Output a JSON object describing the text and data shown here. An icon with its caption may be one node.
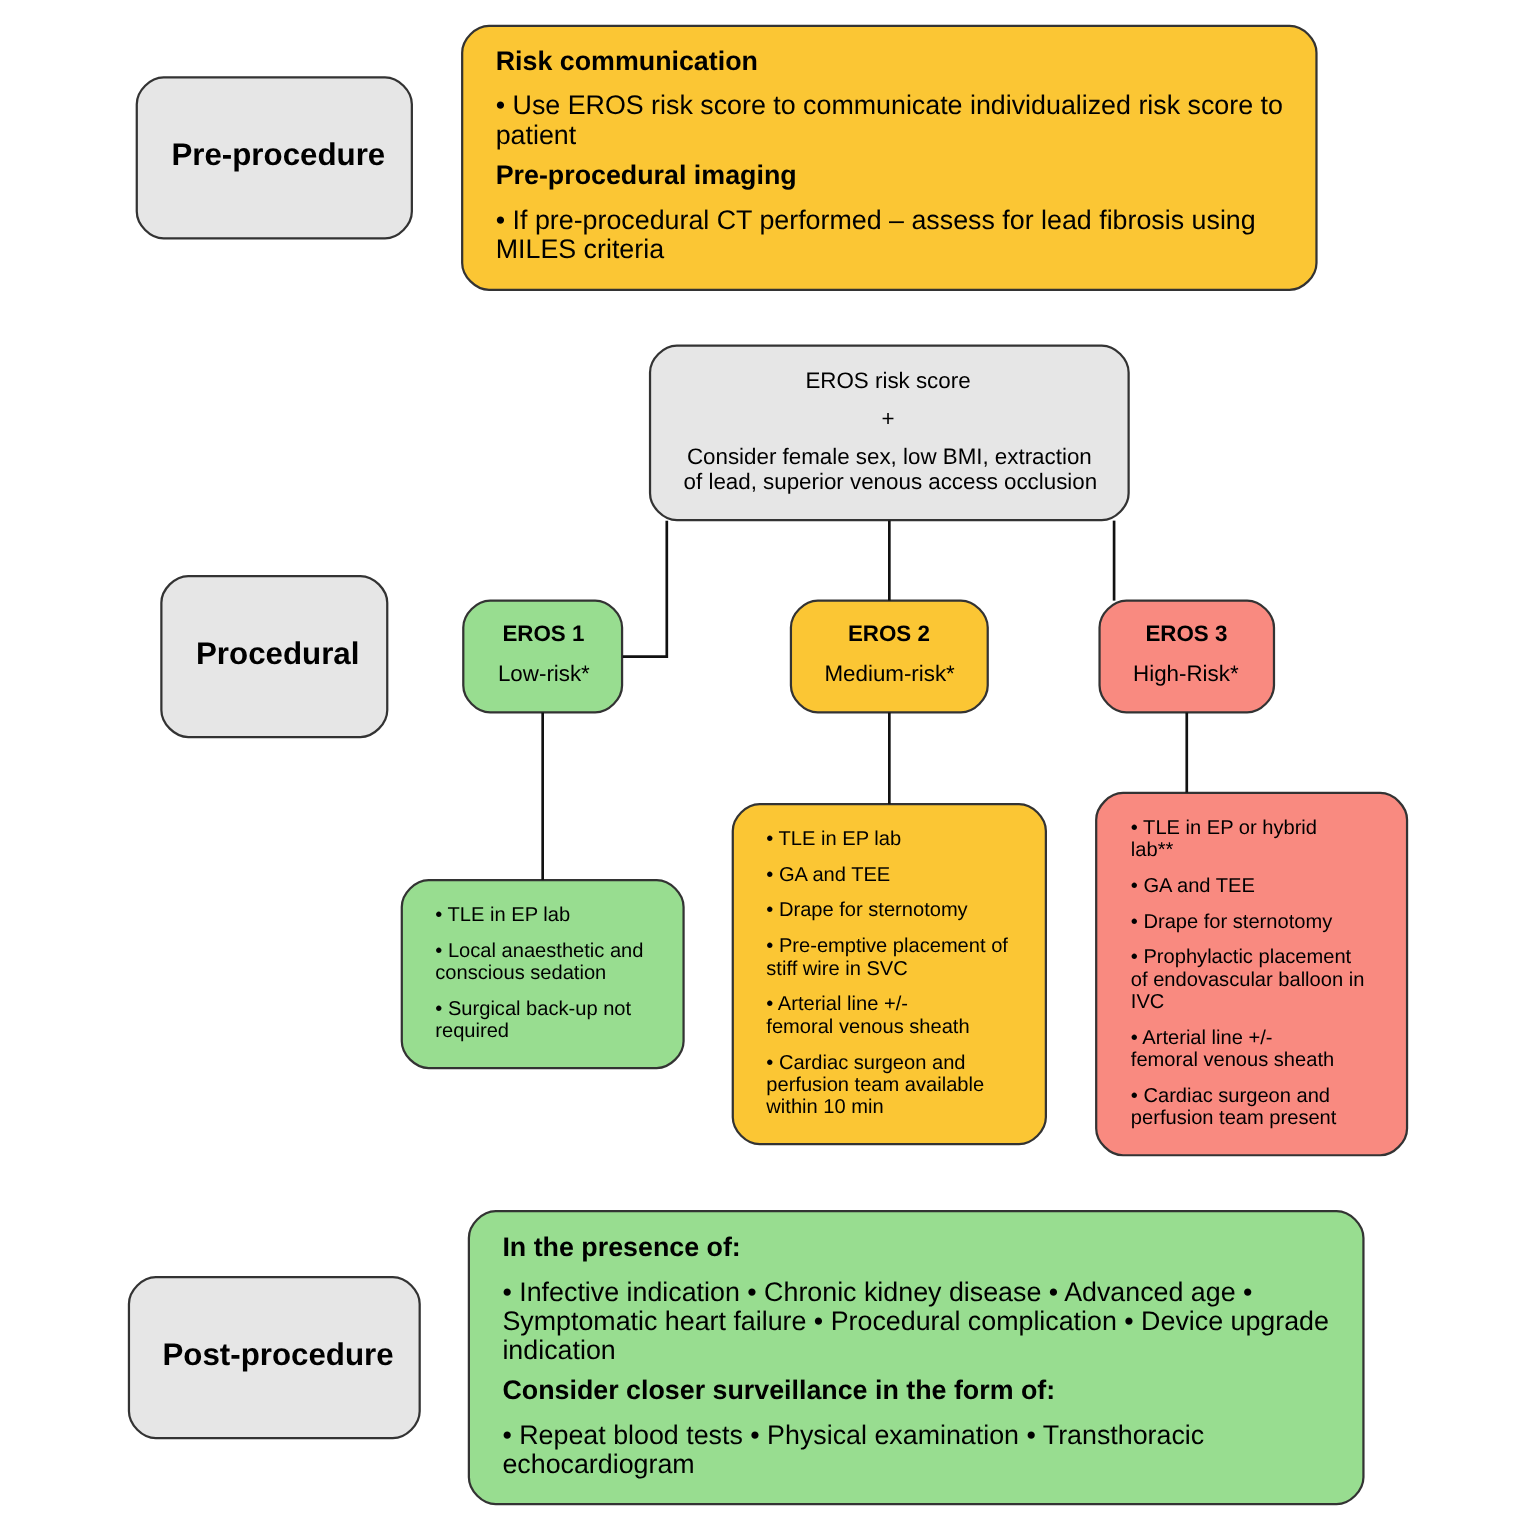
{
  "diagram": {
    "nodes": [
      {
        "text": [
          "Pre-procedure"
        ]
      },
      {
        "text": [
          "Risk communication",
          "• Use EROS risk score to communicate individualized risk score to patient",
          "Pre-procedural imaging",
          "• If pre-procedural CT performed – assess for lead fibrosis using MILES criteria"
        ]
      },
      {
        "text": [
          "Procedural"
        ]
      },
      {
        "text": [
          "EROS risk score",
          "+",
          "Consider female sex, low BMI, extraction of lead, superior venous access occlusion"
        ]
      },
      {
        "text": [
          "EROS 1",
          "Low-risk*"
        ]
      },
      {
        "text": [
          "EROS 2",
          "Medium-risk*"
        ]
      },
      {
        "text": [
          "EROS 3",
          "High-Risk*"
        ]
      },
      {
        "text": [
          "• TLE in EP lab",
          "• Local anaesthetic and conscious sedation",
          "• Surgical back-up not required"
        ]
      },
      {
        "text": [
          "• TLE in EP lab",
          "• GA and TEE",
          "• Drape for sternotomy",
          "• Pre-emptive placement of stiff wire in SVC",
          "• Arterial line +/- femoral venous sheath",
          "• Cardiac surgeon and perfusion team available within 10 min"
        ]
      },
      {
        "text": [
          "• TLE in EP or hybrid lab**",
          "• GA and TEE",
          "• Drape for sternotomy",
          "• Prophylactic placement of endovascular balloon in IVC",
          "• Arterial line +/- femoral venous sheath",
          "• Cardiac surgeon and perfusion team present"
        ]
      },
      {
        "text": [
          "Post-procedure"
        ]
      },
      {
        "text": [
          "In the presence of:",
          "• Infective indication • Chronic kidney disease • Advanced age • Symptomatic heart failure • Procedural complication • Device upgrade indication",
          "Consider closer surveillance in the form of:",
          "• Repeat blood tests • Physical examination • Transthoracic echocardiogram"
        ]
      }
    ],
    "edges": [
      {
        "from": 3,
        "to": 4,
        "arrow": "none"
      },
      {
        "from": 3,
        "to": 5,
        "arrow": "none"
      },
      {
        "from": 3,
        "to": 6,
        "arrow": "none"
      },
      {
        "from": 4,
        "to": 7,
        "arrow": "none"
      },
      {
        "from": 5,
        "to": 8,
        "arrow": "none"
      },
      {
        "from": 6,
        "to": 9,
        "arrow": "none"
      }
    ]
  }
}
